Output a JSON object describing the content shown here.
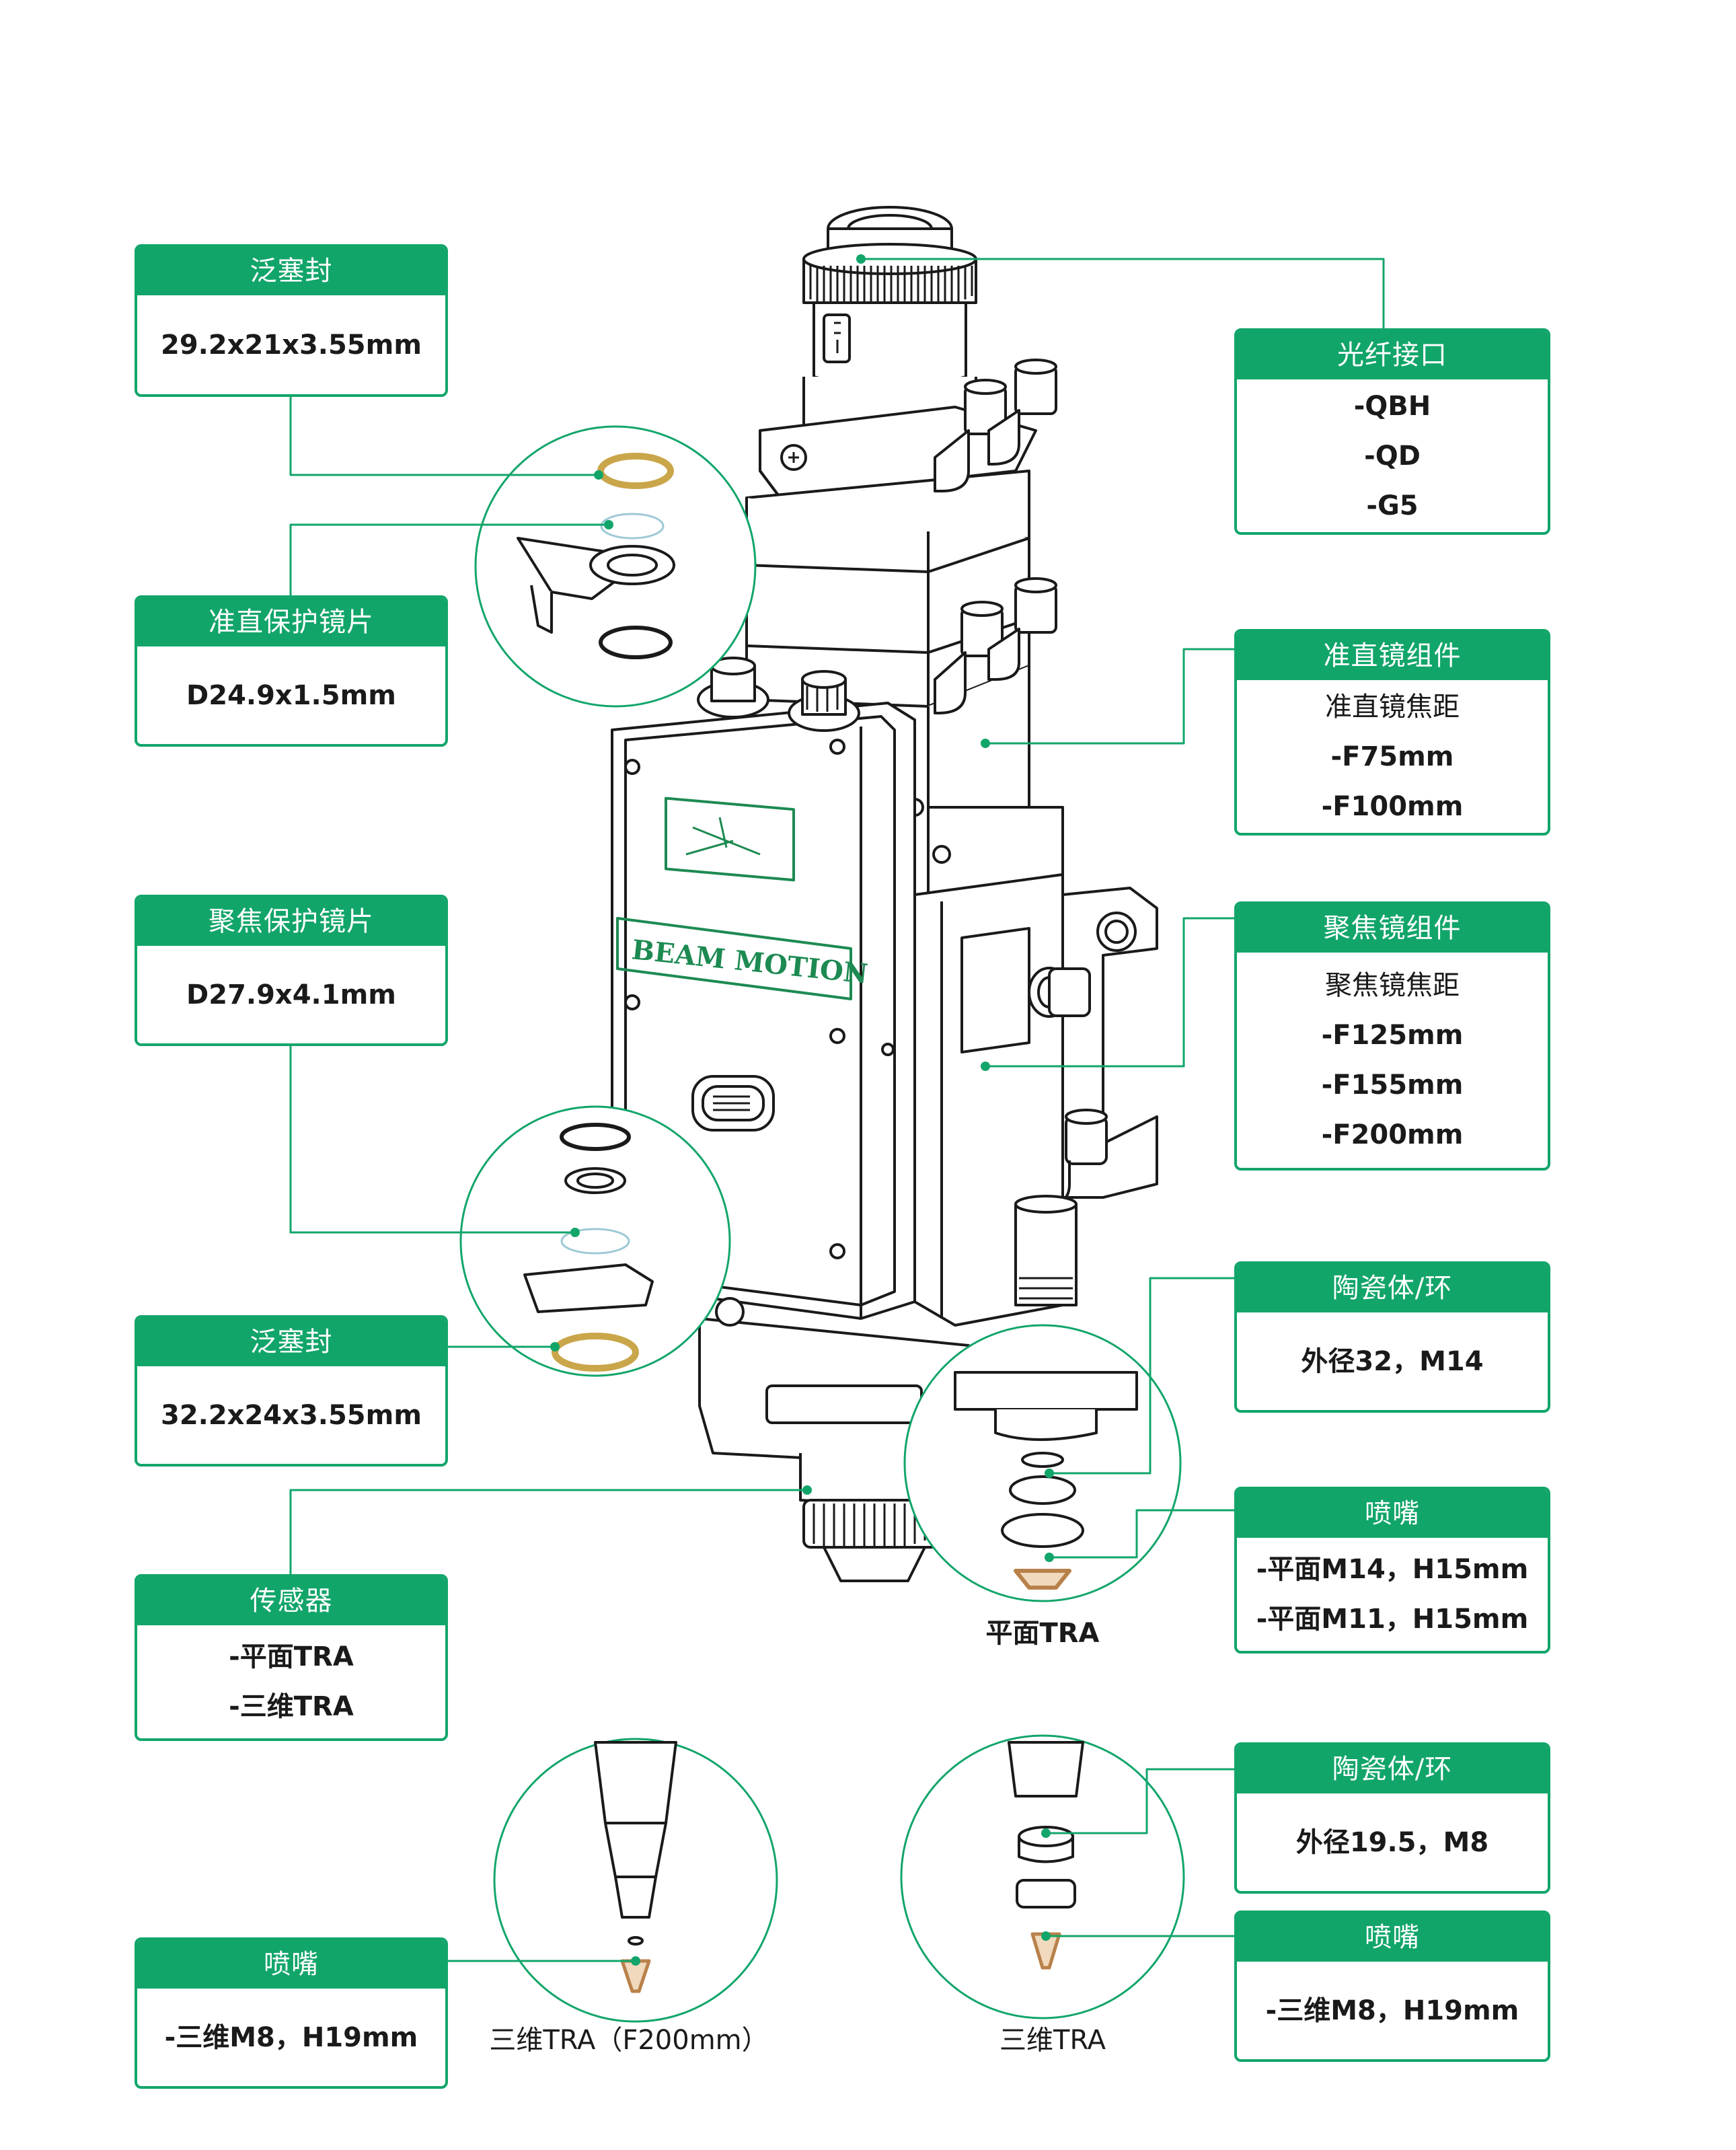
{
  "colors": {
    "accent": "#12a56a",
    "line": "#1a1a1a",
    "logo": "#1d8a52"
  },
  "brand_text": "BEAM MOTION",
  "left_cards": [
    {
      "title": "泛塞封",
      "lines": [
        "29.2x21x3.55mm"
      ]
    },
    {
      "title": "准直保护镜片",
      "lines": [
        "D24.9x1.5mm"
      ]
    },
    {
      "title": "聚焦保护镜片",
      "lines": [
        "D27.9x4.1mm"
      ]
    },
    {
      "title": "泛塞封",
      "lines": [
        "32.2x24x3.55mm"
      ]
    },
    {
      "title": "传感器",
      "lines": [
        "-平面TRA",
        "-三维TRA"
      ]
    },
    {
      "title": "喷嘴",
      "lines": [
        "-三维M8，H19mm"
      ]
    }
  ],
  "right_cards": [
    {
      "title": "光纤接口",
      "lines": [
        "-QBH",
        "-QD",
        "-G5"
      ]
    },
    {
      "title": "准直镜组件",
      "lines": [
        "准直镜焦距",
        "-F75mm",
        "-F100mm"
      ]
    },
    {
      "title": "聚焦镜组件",
      "lines": [
        "聚焦镜焦距",
        "-F125mm",
        "-F155mm",
        "-F200mm"
      ]
    },
    {
      "title": "陶瓷体/环",
      "lines": [
        "外径32，M14"
      ]
    },
    {
      "title": "喷嘴",
      "lines": [
        "-平面M14，H15mm",
        "-平面M11，H15mm"
      ]
    },
    {
      "title": "陶瓷体/环",
      "lines": [
        "外径19.5，M8"
      ]
    },
    {
      "title": "喷嘴",
      "lines": [
        "-三维M8，H19mm"
      ]
    }
  ],
  "captions": {
    "flat_tra": "平面TRA",
    "tra_3d_f200": "三维TRA（F200mm）",
    "tra_3d": "三维TRA"
  }
}
